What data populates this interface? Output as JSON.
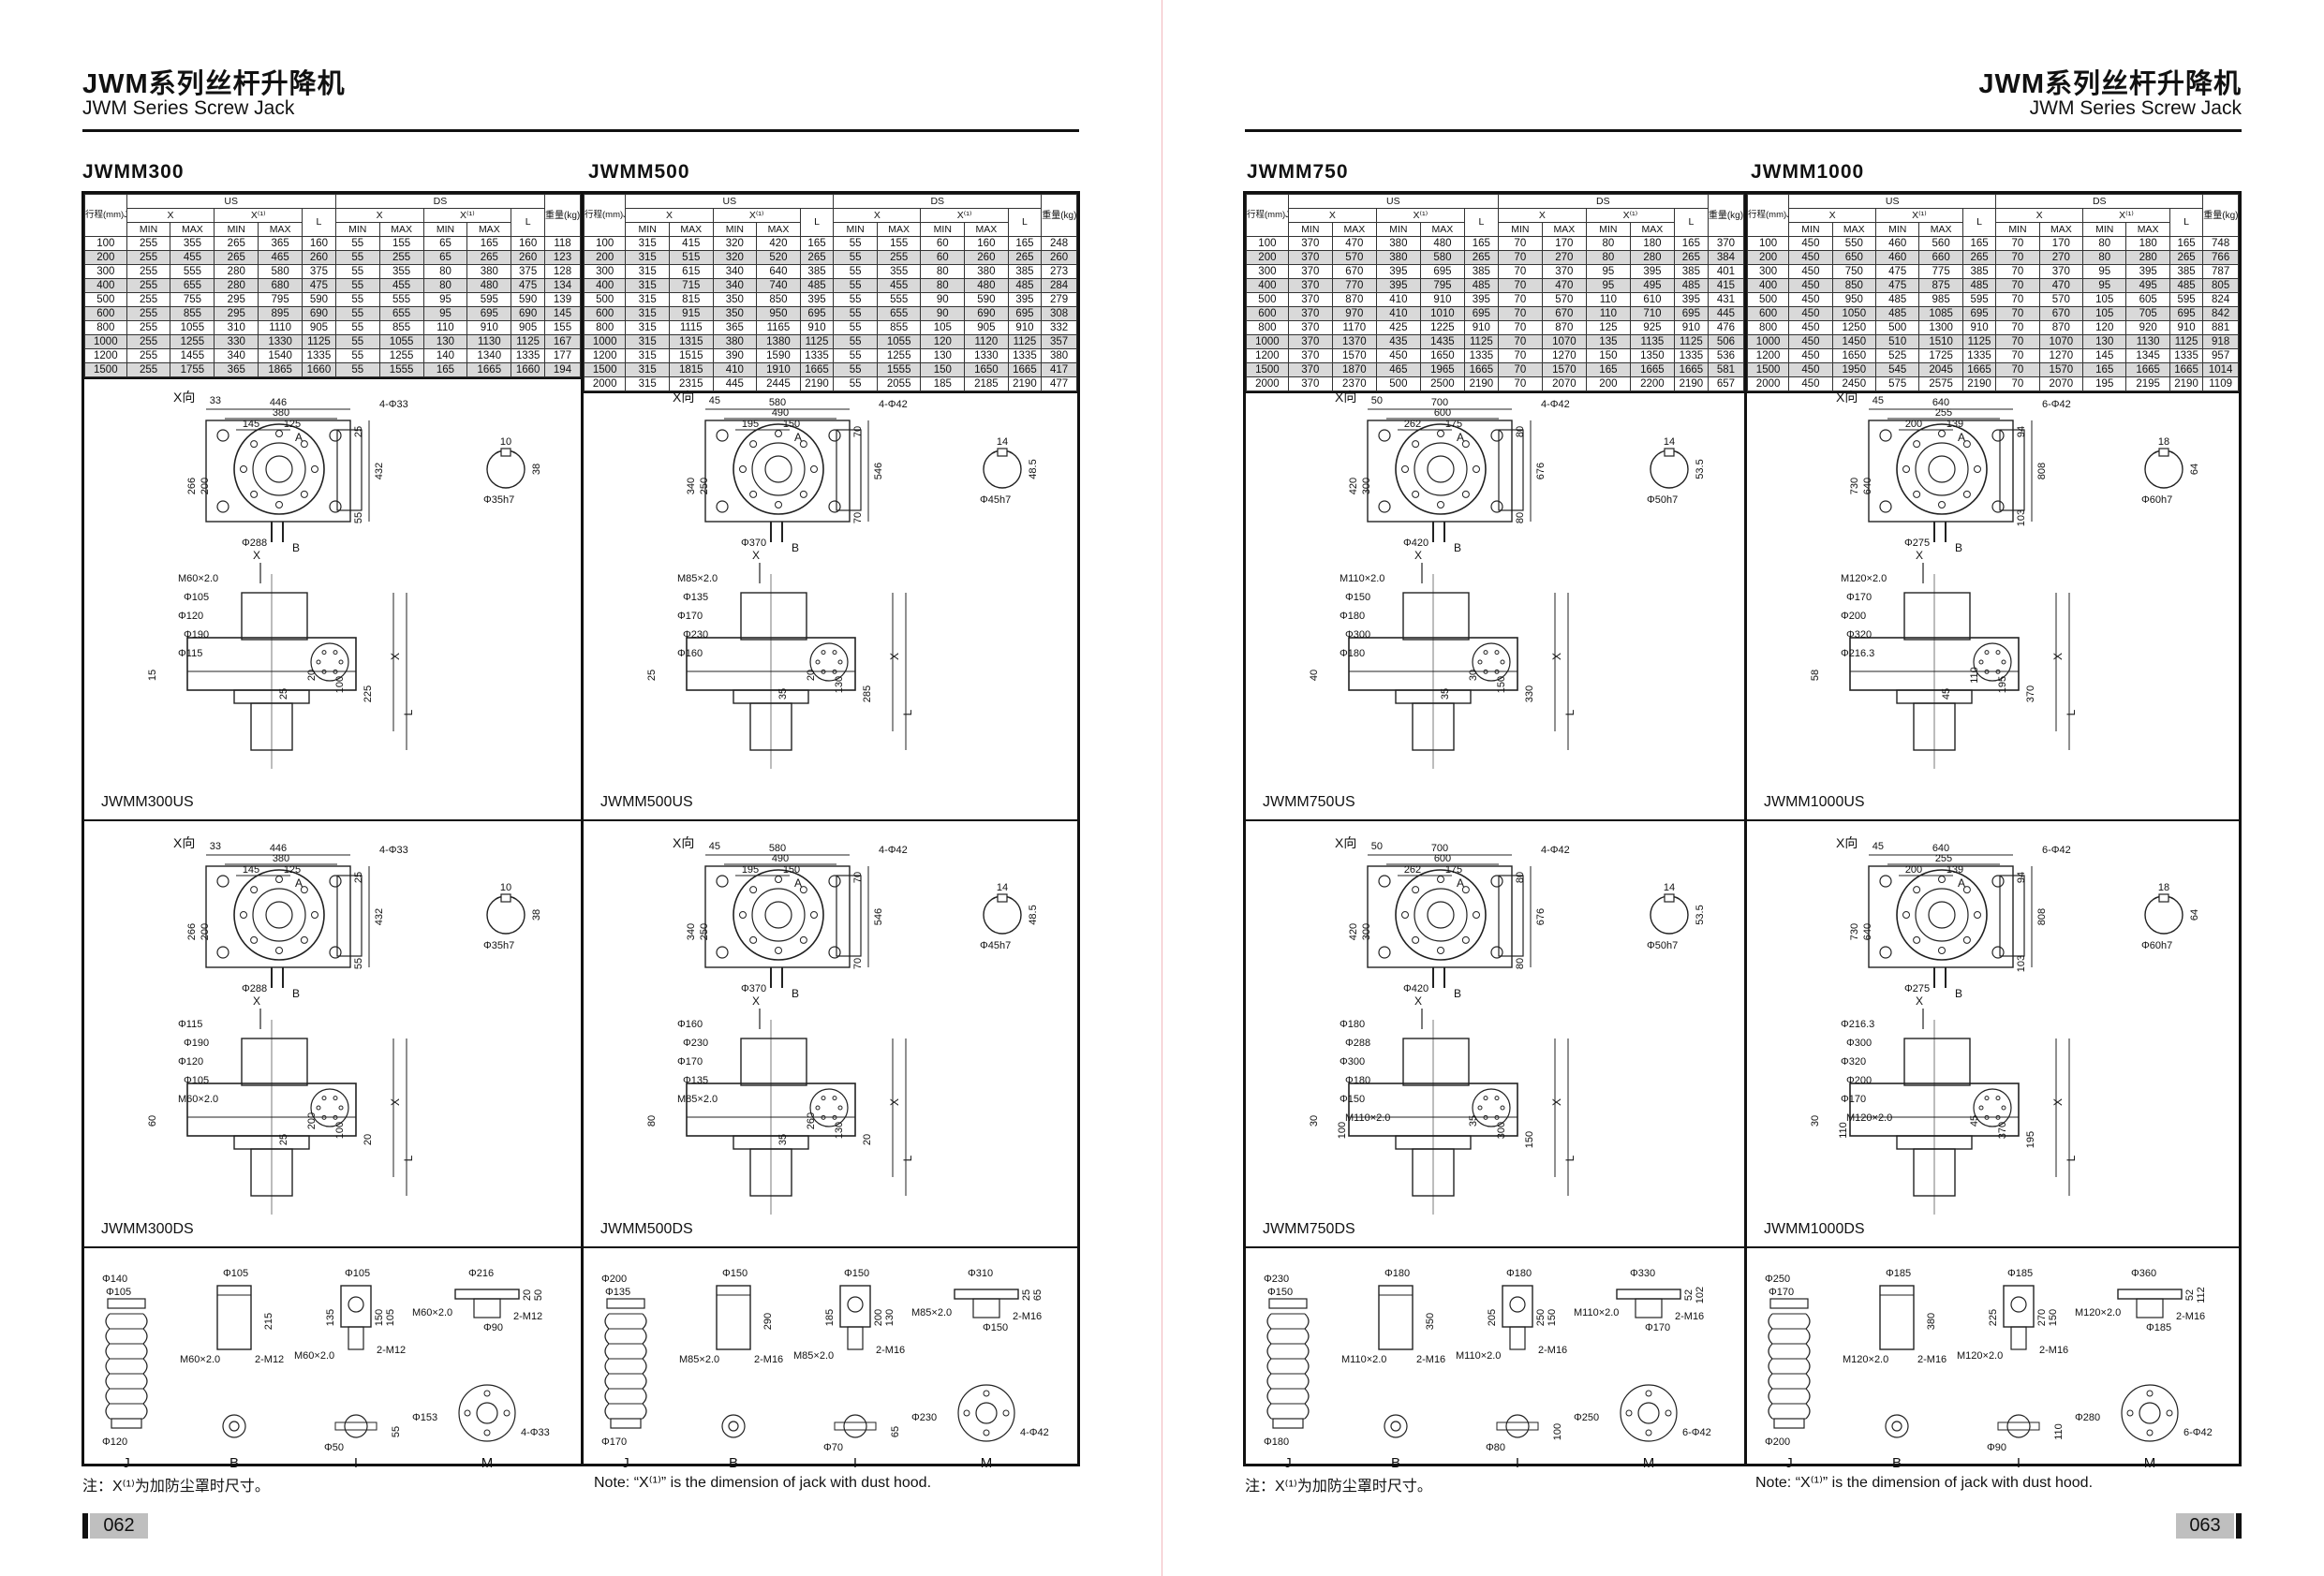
{
  "header": {
    "title_cn": "JWM系列丝杆升降机",
    "title_en": "JWM Series Screw Jack"
  },
  "notes": {
    "left_cn": "注：X⁽¹⁾为加防尘罩时尺寸。",
    "left_en": "Note: “X⁽¹⁾” is the dimension of jack with dust hood.",
    "right_cn": "注：X⁽¹⁾为加防尘罩时尺寸。",
    "right_en": "Note: “X⁽¹⁾” is the dimension of jack with dust hood."
  },
  "page_numbers": {
    "left": "062",
    "right": "063"
  },
  "table_header": {
    "stroke": "行程(mm)Journey",
    "us": "US",
    "ds": "DS",
    "x": "X",
    "x1": "X⁽¹⁾",
    "l": "L",
    "min": "MIN",
    "max": "MAX",
    "weight": "重量(kg)"
  },
  "view_labels": {
    "x_dir": "X向",
    "x": "X",
    "a": "A",
    "b": "B"
  },
  "parts_labels": {
    "j": "J",
    "b": "B",
    "i": "I",
    "m": "M"
  },
  "models": [
    {
      "name": "JWMM300",
      "us_label": "JWMM300US",
      "ds_label": "JWMM300DS",
      "rows": [
        [
          "100",
          "255",
          "355",
          "265",
          "365",
          "160",
          "55",
          "155",
          "65",
          "165",
          "160",
          "118"
        ],
        [
          "200",
          "255",
          "455",
          "265",
          "465",
          "260",
          "55",
          "255",
          "65",
          "265",
          "260",
          "123"
        ],
        [
          "300",
          "255",
          "555",
          "280",
          "580",
          "375",
          "55",
          "355",
          "80",
          "380",
          "375",
          "128"
        ],
        [
          "400",
          "255",
          "655",
          "280",
          "680",
          "475",
          "55",
          "455",
          "80",
          "480",
          "475",
          "134"
        ],
        [
          "500",
          "255",
          "755",
          "295",
          "795",
          "590",
          "55",
          "555",
          "95",
          "595",
          "590",
          "139"
        ],
        [
          "600",
          "255",
          "855",
          "295",
          "895",
          "690",
          "55",
          "655",
          "95",
          "695",
          "690",
          "145"
        ],
        [
          "800",
          "255",
          "1055",
          "310",
          "1110",
          "905",
          "55",
          "855",
          "110",
          "910",
          "905",
          "155"
        ],
        [
          "1000",
          "255",
          "1255",
          "330",
          "1330",
          "1125",
          "55",
          "1055",
          "130",
          "1130",
          "1125",
          "167"
        ],
        [
          "1200",
          "255",
          "1455",
          "340",
          "1540",
          "1335",
          "55",
          "1255",
          "140",
          "1340",
          "1335",
          "177"
        ],
        [
          "1500",
          "255",
          "1755",
          "365",
          "1865",
          "1660",
          "55",
          "1555",
          "165",
          "1665",
          "1660",
          "194"
        ]
      ],
      "top": {
        "d1": "446",
        "d2": "380",
        "d3": "145",
        "d4": "125",
        "d5": "33",
        "holes": "4-Φ33",
        "h1": "266",
        "h2": "200",
        "h3": "432",
        "h4": "25",
        "h5": "55",
        "dia": "Φ288"
      },
      "shaft": {
        "w": "10",
        "h": "38",
        "d": "Φ35h7"
      },
      "us_side": [
        "M60×2.0",
        "Φ105",
        "Φ120",
        "Φ190",
        "Φ115",
        "25",
        "20",
        "100",
        "225",
        "15",
        "X",
        "L"
      ],
      "ds_side": [
        "Φ115",
        "Φ190",
        "Φ120",
        "Φ105",
        "M60×2.0",
        "25",
        "200",
        "100",
        "20",
        "60",
        "X",
        "L"
      ],
      "parts": {
        "j": [
          "Φ140",
          "Φ105",
          "Φ120"
        ],
        "b": [
          "Φ105",
          "215",
          "M60×2.0",
          "2-M12"
        ],
        "i": [
          "Φ105",
          "135",
          "150",
          "105",
          "M60×2.0",
          "2-M12",
          "Φ50",
          "55"
        ],
        "m": [
          "Φ216",
          "20",
          "50",
          "M60×2.0",
          "Φ90",
          "2-M12",
          "Φ153",
          "4-Φ33"
        ]
      }
    },
    {
      "name": "JWMM500",
      "us_label": "JWMM500US",
      "ds_label": "JWMM500DS",
      "rows": [
        [
          "100",
          "315",
          "415",
          "320",
          "420",
          "165",
          "55",
          "155",
          "60",
          "160",
          "165",
          "248"
        ],
        [
          "200",
          "315",
          "515",
          "320",
          "520",
          "265",
          "55",
          "255",
          "60",
          "260",
          "265",
          "260"
        ],
        [
          "300",
          "315",
          "615",
          "340",
          "640",
          "385",
          "55",
          "355",
          "80",
          "380",
          "385",
          "273"
        ],
        [
          "400",
          "315",
          "715",
          "340",
          "740",
          "485",
          "55",
          "455",
          "80",
          "480",
          "485",
          "284"
        ],
        [
          "500",
          "315",
          "815",
          "350",
          "850",
          "395",
          "55",
          "555",
          "90",
          "590",
          "395",
          "279"
        ],
        [
          "600",
          "315",
          "915",
          "350",
          "950",
          "695",
          "55",
          "655",
          "90",
          "690",
          "695",
          "308"
        ],
        [
          "800",
          "315",
          "1115",
          "365",
          "1165",
          "910",
          "55",
          "855",
          "105",
          "905",
          "910",
          "332"
        ],
        [
          "1000",
          "315",
          "1315",
          "380",
          "1380",
          "1125",
          "55",
          "1055",
          "120",
          "1120",
          "1125",
          "357"
        ],
        [
          "1200",
          "315",
          "1515",
          "390",
          "1590",
          "1335",
          "55",
          "1255",
          "130",
          "1330",
          "1335",
          "380"
        ],
        [
          "1500",
          "315",
          "1815",
          "410",
          "1910",
          "1665",
          "55",
          "1555",
          "150",
          "1650",
          "1665",
          "417"
        ],
        [
          "2000",
          "315",
          "2315",
          "445",
          "2445",
          "2190",
          "55",
          "2055",
          "185",
          "2185",
          "2190",
          "477"
        ]
      ],
      "top": {
        "d1": "580",
        "d2": "490",
        "d3": "195",
        "d4": "150",
        "d5": "45",
        "holes": "4-Φ42",
        "h1": "340",
        "h2": "250",
        "h3": "546",
        "h4": "70",
        "h5": "70",
        "dia": "Φ370"
      },
      "shaft": {
        "w": "14",
        "h": "48.5",
        "d": "Φ45h7"
      },
      "us_side": [
        "M85×2.0",
        "Φ135",
        "Φ170",
        "Φ230",
        "Φ160",
        "35",
        "20",
        "130",
        "285",
        "25",
        "X",
        "L"
      ],
      "ds_side": [
        "Φ160",
        "Φ230",
        "Φ170",
        "Φ135",
        "M85×2.0",
        "35",
        "260",
        "130",
        "20",
        "80",
        "X",
        "L"
      ],
      "parts": {
        "j": [
          "Φ200",
          "Φ135",
          "Φ170"
        ],
        "b": [
          "Φ150",
          "290",
          "M85×2.0",
          "2-M16"
        ],
        "i": [
          "Φ150",
          "185",
          "200",
          "130",
          "M85×2.0",
          "2-M16",
          "Φ70",
          "65"
        ],
        "m": [
          "Φ310",
          "25",
          "65",
          "M85×2.0",
          "Φ150",
          "2-M16",
          "Φ230",
          "4-Φ42"
        ]
      }
    },
    {
      "name": "JWMM750",
      "us_label": "JWMM750US",
      "ds_label": "JWMM750DS",
      "rows": [
        [
          "100",
          "370",
          "470",
          "380",
          "480",
          "165",
          "70",
          "170",
          "80",
          "180",
          "165",
          "370"
        ],
        [
          "200",
          "370",
          "570",
          "380",
          "580",
          "265",
          "70",
          "270",
          "80",
          "280",
          "265",
          "384"
        ],
        [
          "300",
          "370",
          "670",
          "395",
          "695",
          "385",
          "70",
          "370",
          "95",
          "395",
          "385",
          "401"
        ],
        [
          "400",
          "370",
          "770",
          "395",
          "795",
          "485",
          "70",
          "470",
          "95",
          "495",
          "485",
          "415"
        ],
        [
          "500",
          "370",
          "870",
          "410",
          "910",
          "395",
          "70",
          "570",
          "110",
          "610",
          "395",
          "431"
        ],
        [
          "600",
          "370",
          "970",
          "410",
          "1010",
          "695",
          "70",
          "670",
          "110",
          "710",
          "695",
          "445"
        ],
        [
          "800",
          "370",
          "1170",
          "425",
          "1225",
          "910",
          "70",
          "870",
          "125",
          "925",
          "910",
          "476"
        ],
        [
          "1000",
          "370",
          "1370",
          "435",
          "1435",
          "1125",
          "70",
          "1070",
          "135",
          "1135",
          "1125",
          "506"
        ],
        [
          "1200",
          "370",
          "1570",
          "450",
          "1650",
          "1335",
          "70",
          "1270",
          "150",
          "1350",
          "1335",
          "536"
        ],
        [
          "1500",
          "370",
          "1870",
          "465",
          "1965",
          "1665",
          "70",
          "1570",
          "165",
          "1665",
          "1665",
          "581"
        ],
        [
          "2000",
          "370",
          "2370",
          "500",
          "2500",
          "2190",
          "70",
          "2070",
          "200",
          "2200",
          "2190",
          "657"
        ]
      ],
      "top": {
        "d1": "700",
        "d2": "600",
        "d3": "262",
        "d4": "175",
        "d5": "50",
        "holes": "4-Φ42",
        "h1": "420",
        "h2": "300",
        "h3": "676",
        "h4": "80",
        "h5": "80",
        "dia": "Φ420"
      },
      "shaft": {
        "w": "14",
        "h": "53.5",
        "d": "Φ50h7"
      },
      "us_side": [
        "M110×2.0",
        "Φ150",
        "Φ180",
        "Φ300",
        "Φ180",
        "35",
        "30",
        "150",
        "330",
        "40",
        "X",
        "L"
      ],
      "ds_side": [
        "Φ180",
        "Φ288",
        "Φ300",
        "Φ180",
        "Φ150",
        "M110×2.0",
        "35",
        "300",
        "150",
        "30",
        "100",
        "X",
        "L"
      ],
      "parts": {
        "j": [
          "Φ230",
          "Φ150",
          "Φ180"
        ],
        "b": [
          "Φ180",
          "350",
          "M110×2.0",
          "2-M16"
        ],
        "i": [
          "Φ180",
          "205",
          "250",
          "150",
          "M110×2.0",
          "2-M16",
          "Φ80",
          "100"
        ],
        "m": [
          "Φ330",
          "52",
          "102",
          "M110×2.0",
          "Φ170",
          "2-M16",
          "Φ250",
          "6-Φ42"
        ]
      }
    },
    {
      "name": "JWMM1000",
      "us_label": "JWMM1000US",
      "ds_label": "JWMM1000DS",
      "rows": [
        [
          "100",
          "450",
          "550",
          "460",
          "560",
          "165",
          "70",
          "170",
          "80",
          "180",
          "165",
          "748"
        ],
        [
          "200",
          "450",
          "650",
          "460",
          "660",
          "265",
          "70",
          "270",
          "80",
          "280",
          "265",
          "766"
        ],
        [
          "300",
          "450",
          "750",
          "475",
          "775",
          "385",
          "70",
          "370",
          "95",
          "395",
          "385",
          "787"
        ],
        [
          "400",
          "450",
          "850",
          "475",
          "875",
          "485",
          "70",
          "470",
          "95",
          "495",
          "485",
          "805"
        ],
        [
          "500",
          "450",
          "950",
          "485",
          "985",
          "595",
          "70",
          "570",
          "105",
          "605",
          "595",
          "824"
        ],
        [
          "600",
          "450",
          "1050",
          "485",
          "1085",
          "695",
          "70",
          "670",
          "105",
          "705",
          "695",
          "842"
        ],
        [
          "800",
          "450",
          "1250",
          "500",
          "1300",
          "910",
          "70",
          "870",
          "120",
          "920",
          "910",
          "881"
        ],
        [
          "1000",
          "450",
          "1450",
          "510",
          "1510",
          "1125",
          "70",
          "1070",
          "130",
          "1130",
          "1125",
          "918"
        ],
        [
          "1200",
          "450",
          "1650",
          "525",
          "1725",
          "1335",
          "70",
          "1270",
          "145",
          "1345",
          "1335",
          "957"
        ],
        [
          "1500",
          "450",
          "1950",
          "545",
          "2045",
          "1665",
          "70",
          "1570",
          "165",
          "1665",
          "1665",
          "1014"
        ],
        [
          "2000",
          "450",
          "2450",
          "575",
          "2575",
          "2190",
          "70",
          "2070",
          "195",
          "2195",
          "2190",
          "1109"
        ]
      ],
      "top": {
        "d1": "640",
        "d2": "255",
        "d3": "200",
        "d4": "139",
        "d5": "45",
        "holes": "6-Φ42",
        "h1": "730",
        "h2": "640",
        "h3": "808",
        "h4": "94",
        "h5": "103",
        "dia": "Φ275"
      },
      "shaft": {
        "w": "18",
        "h": "64",
        "d": "Φ60h7"
      },
      "us_side": [
        "M120×2.0",
        "Φ170",
        "Φ200",
        "Φ320",
        "Φ216.3",
        "45",
        "110",
        "195",
        "370",
        "58",
        "X",
        "L"
      ],
      "ds_side": [
        "Φ216.3",
        "Φ300",
        "Φ320",
        "Φ200",
        "Φ170",
        "M120×2.0",
        "45",
        "370",
        "195",
        "30",
        "110",
        "X",
        "L"
      ],
      "parts": {
        "j": [
          "Φ250",
          "Φ170",
          "Φ200"
        ],
        "b": [
          "Φ185",
          "380",
          "M120×2.0",
          "2-M16"
        ],
        "i": [
          "Φ185",
          "225",
          "270",
          "150",
          "M120×2.0",
          "2-M16",
          "Φ90",
          "110"
        ],
        "m": [
          "Φ360",
          "52",
          "112",
          "M120×2.0",
          "Φ185",
          "2-M16",
          "Φ280",
          "6-Φ42"
        ]
      }
    }
  ]
}
